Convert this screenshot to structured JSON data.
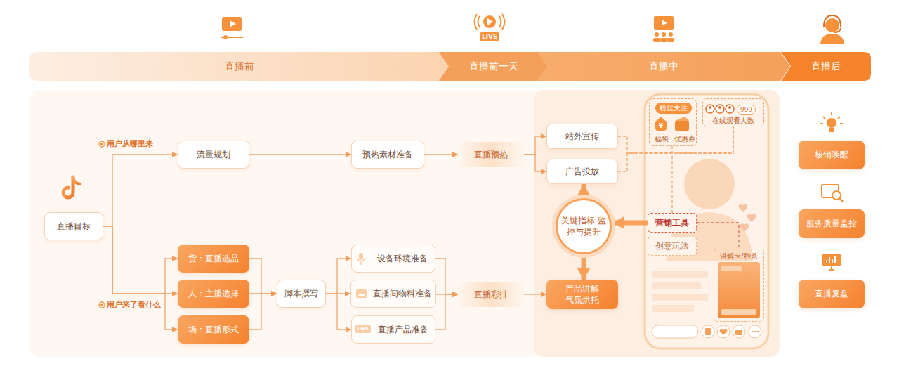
{
  "diagram": {
    "nodes": [
      {
        "text": [
          "直播前"
        ]
      },
      {
        "text": [
          "直播前一天"
        ]
      },
      {
        "text": [
          "直播中"
        ]
      },
      {
        "text": [
          "直播后"
        ]
      },
      {
        "text": [
          "直播目标"
        ]
      },
      {
        "text": [
          "流量规划"
        ]
      },
      {
        "text": [
          "预热素材准备"
        ]
      },
      {
        "text": [
          "直播预热"
        ]
      },
      {
        "text": [
          "站外宣传"
        ]
      },
      {
        "text": [
          "广告投放"
        ]
      },
      {
        "text": [
          "货：直播选品"
        ]
      },
      {
        "text": [
          "人：主播选择"
        ]
      },
      {
        "text": [
          "场：直播形式"
        ]
      },
      {
        "text": [
          "脚本撰写"
        ]
      },
      {
        "text": [
          "设备环境准备"
        ]
      },
      {
        "text": [
          "直播间物料准备"
        ]
      },
      {
        "text": [
          "直播产品准备"
        ]
      },
      {
        "text": [
          "直播彩排"
        ]
      },
      {
        "text": [
          "关键指标 监控与提升"
        ]
      },
      {
        "text": [
          "产品讲解 气氛烘托"
        ]
      },
      {
        "text": [
          "粉丝关注",
          "福袋",
          "优惠券"
        ]
      },
      {
        "text": [
          "999",
          "在线观看人数"
        ]
      },
      {
        "text": [
          "营销工具"
        ]
      },
      {
        "text": [
          "创意玩法"
        ]
      },
      {
        "text": [
          "讲解卡/秒杀"
        ]
      },
      {
        "text": [
          "核销唤醒"
        ]
      },
      {
        "text": [
          "服务质量监控"
        ]
      },
      {
        "text": [
          "直播复盘"
        ]
      }
    ],
    "edges": [
      {
        "from": 4,
        "to": 5,
        "arrow": "to"
      },
      {
        "from": 4,
        "to": 10,
        "arrow": "to"
      },
      {
        "from": 4,
        "to": 11,
        "arrow": "to"
      },
      {
        "from": 4,
        "to": 12,
        "arrow": "to"
      },
      {
        "from": 5,
        "to": 6,
        "arrow": "to"
      },
      {
        "from": 6,
        "to": 7,
        "arrow": "to"
      },
      {
        "from": 7,
        "to": 8,
        "arrow": "to"
      },
      {
        "from": 7,
        "to": 9,
        "arrow": "to"
      },
      {
        "from": 10,
        "to": 13,
        "arrow": "to"
      },
      {
        "from": 11,
        "to": 13,
        "arrow": "to"
      },
      {
        "from": 12,
        "to": 13,
        "arrow": "to"
      },
      {
        "from": 13,
        "to": 14,
        "arrow": "to"
      },
      {
        "from": 13,
        "to": 15,
        "arrow": "to"
      },
      {
        "from": 13,
        "to": 16,
        "arrow": "to"
      },
      {
        "from": 14,
        "to": 17,
        "arrow": "to"
      },
      {
        "from": 15,
        "to": 17,
        "arrow": "to"
      },
      {
        "from": 16,
        "to": 17,
        "arrow": "to"
      },
      {
        "from": 17,
        "to": 19,
        "arrow": "to"
      },
      {
        "from": 18,
        "to": 9,
        "arrow": "to"
      },
      {
        "from": 18,
        "to": 19,
        "arrow": "to"
      },
      {
        "from": 22,
        "to": 18,
        "arrow": "to"
      },
      {
        "from": 8,
        "to": 21,
        "arrow": "none"
      },
      {
        "from": 9,
        "to": 21,
        "arrow": "none"
      },
      {
        "from": 22,
        "to": 20,
        "arrow": "none"
      },
      {
        "from": 22,
        "to": 24,
        "arrow": "none"
      }
    ],
    "labels": [
      "用户从哪里来",
      "用户来了看什么",
      "LIVE",
      "LIVE",
      "¥"
    ]
  }
}
